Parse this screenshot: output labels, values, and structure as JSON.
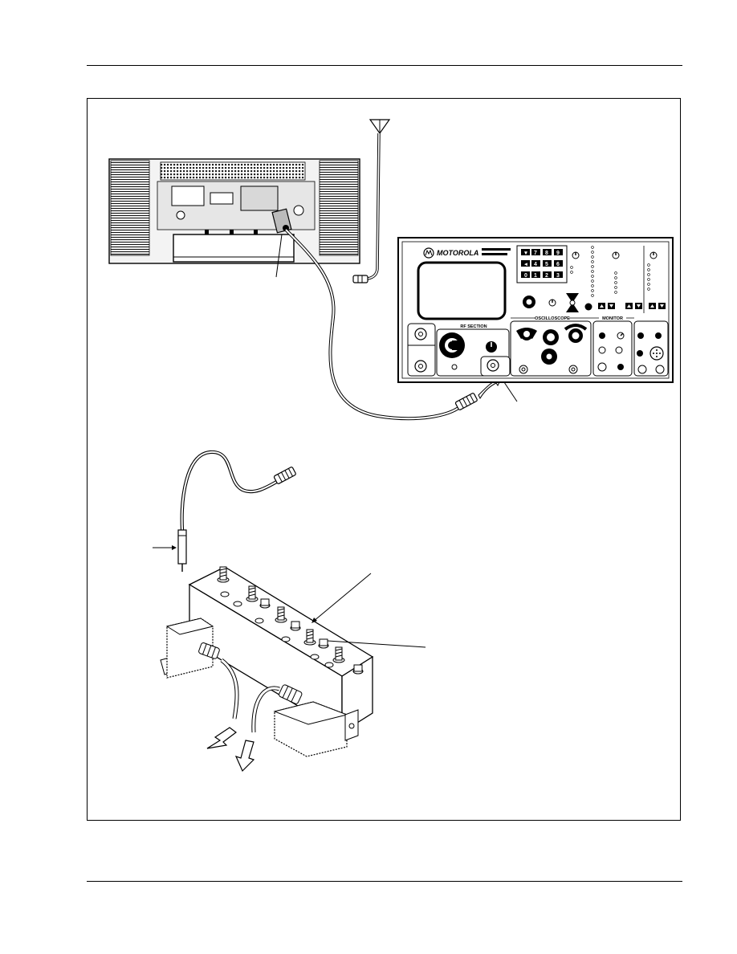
{
  "analyzer": {
    "brand": "MOTOROLA",
    "keypad": [
      "7",
      "8",
      "9",
      "4",
      "5",
      "6",
      "0",
      "1",
      "2",
      "3"
    ],
    "sections": {
      "rf": "RF SECTION",
      "oscilloscope": "OSCILLOSCOPE",
      "monitor": "MONITOR"
    }
  },
  "icons": [
    "antenna-icon",
    "motorola-logo-icon",
    "rf-probe-icon",
    "filter-assembly-icon",
    "arrow-icon"
  ]
}
